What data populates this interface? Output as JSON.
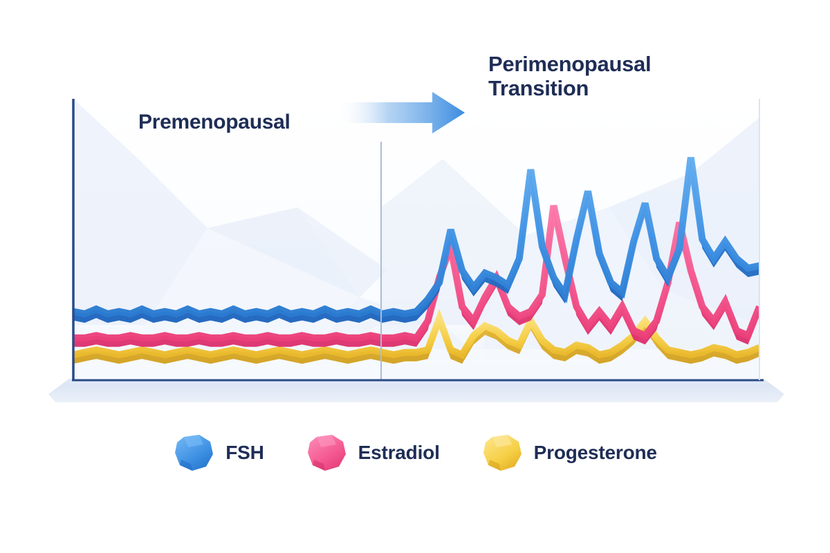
{
  "figure": {
    "background_color": "#ffffff",
    "text_color": "#1f2d56",
    "axis_color": "#2a4a86",
    "divider_color": "#9fb4d6"
  },
  "annotations": {
    "premenopausal_label": "Premenopausal",
    "perimenopausal_label": "Perimenopausal\nTransition",
    "arrow_name": "transition-arrow",
    "arrow_color_start": "#ffffff",
    "arrow_color_end": "#3b8ce0"
  },
  "legend": {
    "position": "bottom-center",
    "items": [
      {
        "label": "FSH",
        "color": "#3d90e3",
        "marker": "gem-icon"
      },
      {
        "label": "Estradiol",
        "color": "#f4588f",
        "marker": "gem-icon"
      },
      {
        "label": "Progesterone",
        "color": "#f6cf45",
        "marker": "gem-icon"
      }
    ]
  },
  "chart_data": {
    "type": "line",
    "title": "",
    "subtitle": "",
    "xlabel": "",
    "ylabel": "",
    "grid": false,
    "legend_position": "bottom-center",
    "xlim": [
      0,
      60
    ],
    "ylim": [
      0,
      100
    ],
    "phase_split_x": 30,
    "phases": [
      {
        "name": "Premenopausal",
        "x_range": [
          0,
          30
        ]
      },
      {
        "name": "Perimenopausal Transition",
        "x_range": [
          30,
          60
        ]
      }
    ],
    "x": [
      0,
      1,
      2,
      3,
      4,
      5,
      6,
      7,
      8,
      9,
      10,
      11,
      12,
      13,
      14,
      15,
      16,
      17,
      18,
      19,
      20,
      21,
      22,
      23,
      24,
      25,
      26,
      27,
      28,
      29,
      30,
      31,
      32,
      33,
      34,
      35,
      36,
      37,
      38,
      39,
      40,
      41,
      42,
      43,
      44,
      45,
      46,
      47,
      48,
      49,
      50,
      51,
      52,
      53,
      54,
      55,
      56,
      57,
      58,
      59,
      60
    ],
    "series": [
      {
        "name": "FSH",
        "color": "#3d90e3",
        "values": [
          28,
          27,
          29,
          27,
          28,
          27,
          29,
          27,
          28,
          27,
          29,
          27,
          28,
          27,
          29,
          27,
          28,
          27,
          29,
          27,
          28,
          27,
          29,
          27,
          28,
          27,
          29,
          27,
          28,
          27,
          28,
          33,
          40,
          62,
          45,
          38,
          44,
          42,
          39,
          50,
          87,
          55,
          42,
          35,
          58,
          78,
          52,
          40,
          36,
          57,
          73,
          50,
          42,
          54,
          92,
          58,
          50,
          57,
          50,
          46,
          47
        ]
      },
      {
        "name": "Estradiol",
        "color": "#f4588f",
        "values": [
          17,
          17,
          18,
          17,
          17,
          18,
          17,
          17,
          18,
          17,
          17,
          18,
          17,
          17,
          18,
          17,
          17,
          18,
          17,
          17,
          18,
          17,
          17,
          18,
          17,
          17,
          18,
          17,
          17,
          18,
          17,
          24,
          42,
          55,
          30,
          24,
          34,
          42,
          30,
          26,
          28,
          35,
          72,
          50,
          30,
          22,
          28,
          22,
          30,
          20,
          18,
          24,
          40,
          65,
          45,
          30,
          24,
          32,
          20,
          18,
          30
        ]
      },
      {
        "name": "Progesterone",
        "color": "#f6cf45",
        "values": [
          10,
          11,
          12,
          11,
          10,
          11,
          12,
          11,
          10,
          11,
          12,
          11,
          10,
          11,
          12,
          11,
          10,
          11,
          12,
          11,
          10,
          11,
          12,
          11,
          10,
          11,
          12,
          11,
          10,
          11,
          11,
          12,
          25,
          12,
          10,
          18,
          22,
          20,
          16,
          14,
          24,
          16,
          12,
          11,
          14,
          13,
          10,
          11,
          14,
          18,
          24,
          17,
          12,
          11,
          10,
          11,
          13,
          12,
          10,
          11,
          13
        ]
      }
    ]
  }
}
